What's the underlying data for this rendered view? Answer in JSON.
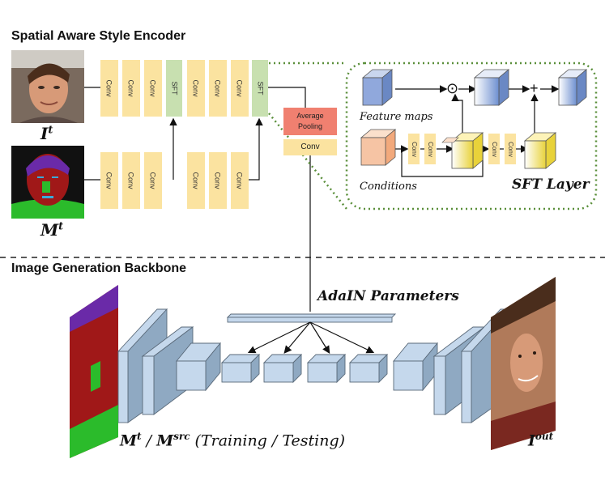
{
  "encoder": {
    "title": "Spatial Aware Style Encoder",
    "it_label_main": "I",
    "it_label_sup": "t",
    "mt_label_main": "M",
    "mt_label_sup": "t",
    "conv_label": "Conv",
    "sft_label": "SFT",
    "avg_pool_label_line1": "Average",
    "avg_pool_label_line2": "Pooling",
    "pool_conv_label": "Conv"
  },
  "sft_layer": {
    "title": "SFT Layer",
    "feature_maps_label": "Feature maps",
    "conditions_label": "Conditions",
    "conv_label": "Conv",
    "multiply_symbol": "⊙",
    "plus_symbol": "+"
  },
  "backbone": {
    "title": "Image Generation Backbone",
    "adain_label": "AdaIN Parameters",
    "input_caption_m": "M",
    "input_caption_t": "t",
    "input_caption_slash": " / ",
    "input_caption_src": "src",
    "input_caption_mode": " (Training / Testing)",
    "output_label_main": "I",
    "output_label_sup": "out"
  },
  "colors": {
    "conv_fill": "#fbe3a0",
    "sft_fill": "#c8e0b0",
    "pool_fill": "#f08070",
    "block_fill": "#c5d8ec",
    "sft_border": "#5a8f3a"
  }
}
